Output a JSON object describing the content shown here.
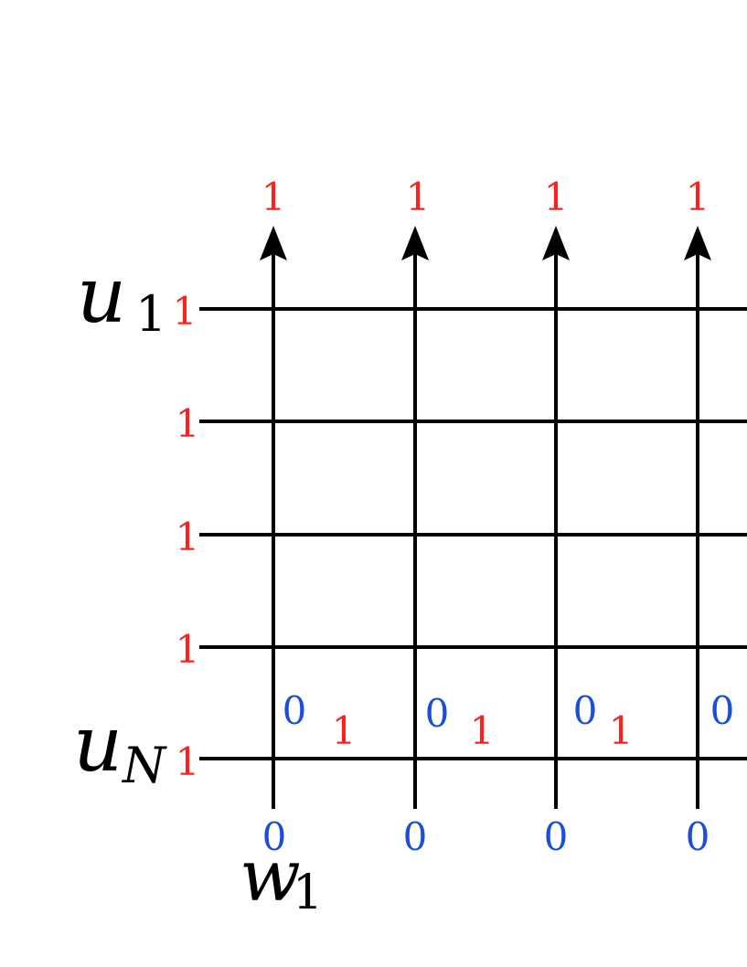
{
  "row_labels": {
    "top": {
      "var": "u",
      "sub": "1"
    },
    "bottom": {
      "var": "u",
      "sub": "N"
    }
  },
  "column_label": {
    "var": "w",
    "sub": "1"
  },
  "top_values": [
    "1",
    "1",
    "1",
    "1"
  ],
  "left_values": [
    "1",
    "1",
    "1",
    "1",
    "1"
  ],
  "cell_blue_values": [
    "0",
    "0",
    "0",
    "0"
  ],
  "cell_red_values": [
    "1",
    "1",
    "1"
  ],
  "bottom_values": [
    "0",
    "0",
    "0",
    "0"
  ],
  "colors": {
    "red": "#ff2020",
    "blue": "#1a4fd6",
    "line": "#000000"
  }
}
